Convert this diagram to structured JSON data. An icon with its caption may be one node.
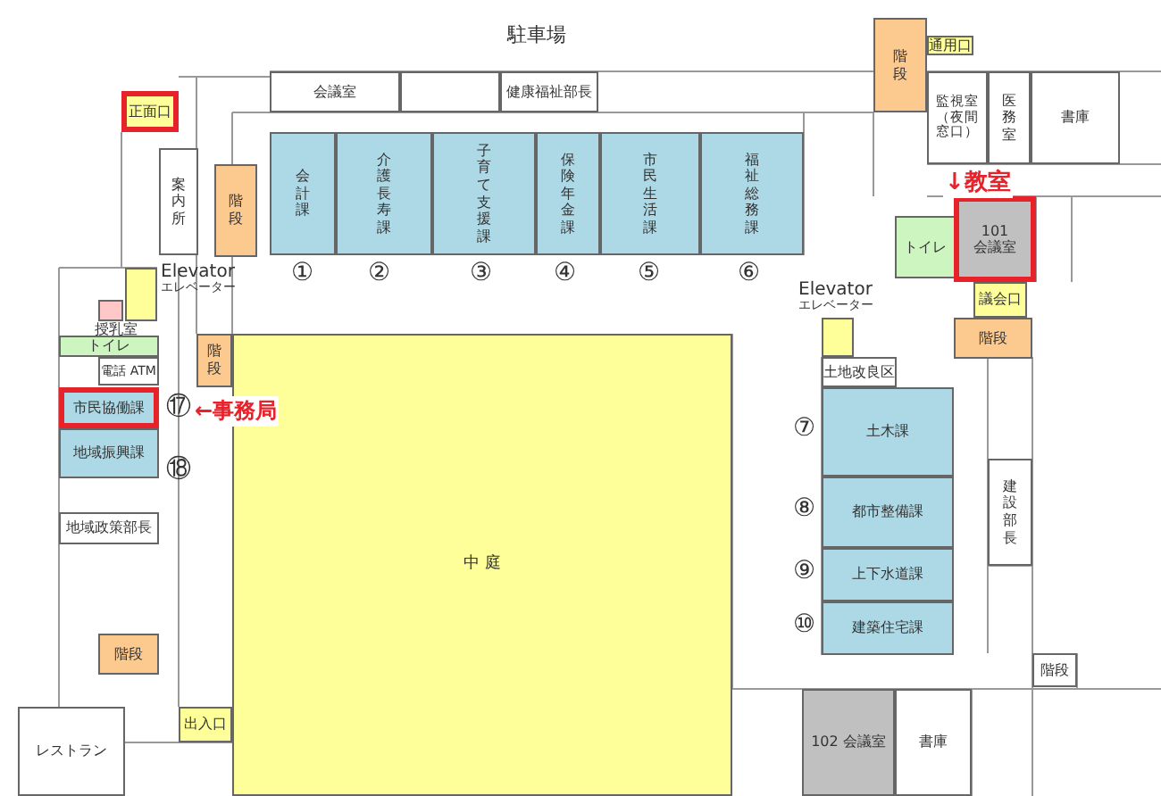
{
  "diagram": {
    "nodes": [
      {
        "text": [
          "正面口"
        ]
      },
      {
        "text": [
          "会議室"
        ]
      },
      {
        "text": [],
        "shape": "box"
      },
      {
        "text": [
          "健康福祉部長"
        ]
      },
      {
        "text": [
          "案内所"
        ]
      },
      {
        "text": [
          "階段"
        ]
      },
      {
        "text": [
          "会計課"
        ],
        "beside": [
          "①"
        ]
      },
      {
        "text": [
          "介護長寿課"
        ],
        "beside": [
          "②"
        ]
      },
      {
        "text": [
          "子育て支援課"
        ],
        "beside": [
          "③"
        ]
      },
      {
        "text": [
          "保険年金課"
        ],
        "beside": [
          "④"
        ]
      },
      {
        "text": [
          "市民生活課"
        ],
        "beside": [
          "⑤"
        ]
      },
      {
        "text": [
          "福祉総務課"
        ],
        "beside": [
          "⑥"
        ]
      },
      {
        "text": [
          "階段"
        ]
      },
      {
        "text": [
          "通用口"
        ]
      },
      {
        "text": [
          "監視室（夜間窓口）"
        ]
      },
      {
        "text": [
          "医務室"
        ]
      },
      {
        "text": [
          "書庫"
        ]
      },
      {
        "text": [
          "トイレ"
        ]
      },
      {
        "text": [
          "101 会議室"
        ]
      },
      {
        "text": [
          "議会口"
        ]
      },
      {
        "text": [
          "階段"
        ]
      },
      {
        "text": [
          "土地改良区"
        ]
      },
      {
        "text": [
          "土木課"
        ],
        "beside": [
          "⑦"
        ]
      },
      {
        "text": [
          "都市整備課"
        ],
        "beside": [
          "⑧"
        ]
      },
      {
        "text": [
          "上下水道課"
        ],
        "beside": [
          "⑨"
        ]
      },
      {
        "text": [
          "建築住宅課"
        ],
        "beside": [
          "⑩"
        ]
      },
      {
        "text": [
          "建設部長"
        ]
      },
      {
        "text": [
          "階段"
        ]
      },
      {
        "text": [
          "102 会議室"
        ]
      },
      {
        "text": [
          "書庫"
        ]
      },
      {
        "text": [
          "中 庭"
        ]
      },
      {
        "text": [
          "階段"
        ]
      },
      {
        "text": [],
        "shape": "box",
        "beside": [
          "授乳室"
        ]
      },
      {
        "text": [
          "トイレ"
        ]
      },
      {
        "text": [
          "電話 ATM"
        ]
      },
      {
        "text": [
          "市民協働課"
        ],
        "beside": [
          "⑰"
        ]
      },
      {
        "text": [
          "地域振興課"
        ],
        "beside": [
          "⑱"
        ]
      },
      {
        "text": [
          "地域政策部長"
        ]
      },
      {
        "text": [
          "階段"
        ]
      },
      {
        "text": [
          "出入口"
        ]
      },
      {
        "text": [
          "レストラン"
        ]
      },
      {
        "text": [],
        "shape": "box",
        "beside": [
          "Elevator",
          "エレベーター"
        ]
      },
      {
        "text": [],
        "shape": "box",
        "beside": [
          "Elevator",
          "エレベーター"
        ]
      }
    ],
    "labels": [
      "駐車場",
      "↓教室",
      "←事務局"
    ]
  }
}
